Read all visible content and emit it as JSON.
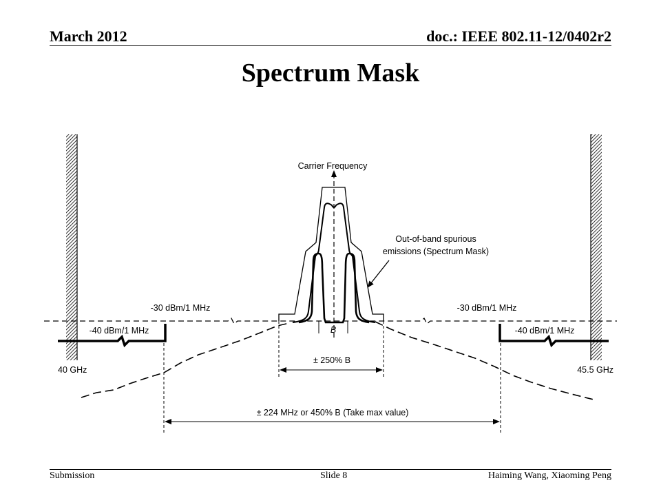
{
  "header": {
    "date": "March 2012",
    "doc": "doc.: IEEE 802.11-12/0402r2"
  },
  "slide_title": "Spectrum Mask",
  "diagram": {
    "carrier_label": "Carrier Frequency",
    "mask_note_line1": "Out-of-band spurious",
    "mask_note_line2": "emissions (Spectrum Mask)",
    "level_30_left": "-30 dBm/1 MHz",
    "level_30_right": "-30 dBm/1 MHz",
    "level_40_left": "-40 dBm/1 MHz",
    "level_40_right": "-40 dBm/1 MHz",
    "band_start": "40 GHz",
    "band_end": "45.5 GHz",
    "bandwidth_label": "B",
    "inner_dim_label": "± 250% B",
    "outer_dim_label": "± 224 MHz or 450% B (Take max value)"
  },
  "footer": {
    "left": "Submission",
    "center": "Slide 8",
    "right": "Haiming Wang, Xiaoming Peng"
  }
}
